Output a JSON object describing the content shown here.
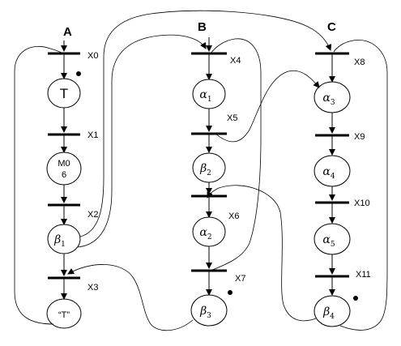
{
  "columns": [
    {
      "id": "A",
      "label": "A"
    },
    {
      "id": "B",
      "label": "B"
    },
    {
      "id": "C",
      "label": "C"
    }
  ],
  "transitions": {
    "x0": "X0",
    "x1": "X1",
    "x2": "X2",
    "x3": "X3",
    "x4": "X4",
    "x5": "X5",
    "x6": "X6",
    "x7": "X7",
    "x8": "X8",
    "x9": "X9",
    "x10": "X10",
    "x11": "X11"
  },
  "places": {
    "a1": {
      "text": "T"
    },
    "a2": {
      "line1": "M0",
      "line2": "6"
    },
    "a3": {
      "sym": "β",
      "sub": "1"
    },
    "a4": {
      "text": "“T”"
    },
    "b1": {
      "sym": "α",
      "sub": "1"
    },
    "b2": {
      "sym": "β",
      "sub": "2"
    },
    "b3": {
      "sym": "α",
      "sub": "2"
    },
    "b4": {
      "sym": "β",
      "sub": "3"
    },
    "c1": {
      "sym": "α",
      "sub": "3"
    },
    "c2": {
      "sym": "α",
      "sub": "4"
    },
    "c3": {
      "sym": "α",
      "sub": "5"
    },
    "c4": {
      "sym": "β",
      "sub": "4"
    }
  },
  "tokens": [
    "T",
    "β3",
    "β4"
  ]
}
